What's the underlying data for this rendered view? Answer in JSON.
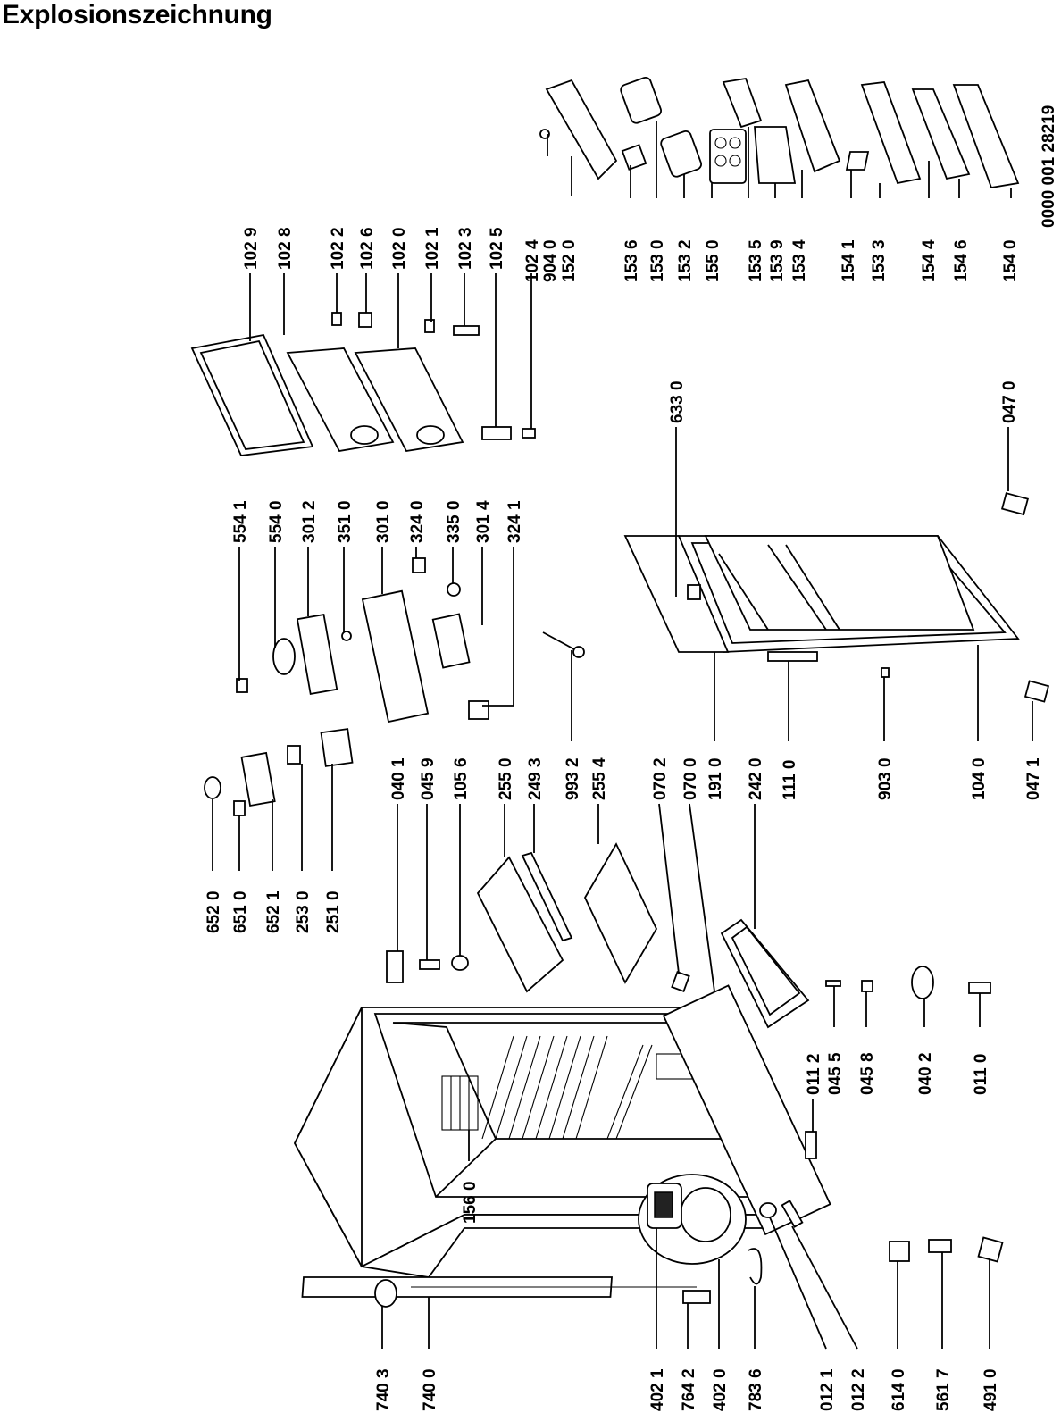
{
  "title": "Explosionszeichnung",
  "document_number": "0000 001 28219",
  "part_numbers": [
    "102 9",
    "102 8",
    "102 2",
    "102 6",
    "102 0",
    "102 1",
    "102 3",
    "102 5",
    "102 4",
    "904 0",
    "152 0",
    "153 6",
    "153 0",
    "153 2",
    "155 0",
    "153 5",
    "153 9",
    "153 4",
    "154 1",
    "153 3",
    "154 4",
    "154 6",
    "154 0",
    "554 1",
    "554 0",
    "301 2",
    "351 0",
    "301 0",
    "324 0",
    "335 0",
    "301 4",
    "324 1",
    "633 0",
    "047 0",
    "652 0",
    "651 0",
    "652 1",
    "253 0",
    "251 0",
    "040 1",
    "045 9",
    "105 6",
    "255 0",
    "249 3",
    "993 2",
    "255 4",
    "070 2",
    "070 0",
    "191 0",
    "242 0",
    "111 0",
    "903 0",
    "104 0",
    "047 1",
    "011 2",
    "045 5",
    "045 8",
    "040 2",
    "011 0",
    "156 0",
    "740 3",
    "740 0",
    "402 1",
    "764 2",
    "402 0",
    "783 6",
    "012 1",
    "012 2",
    "614 0",
    "561 7",
    "491 0"
  ]
}
